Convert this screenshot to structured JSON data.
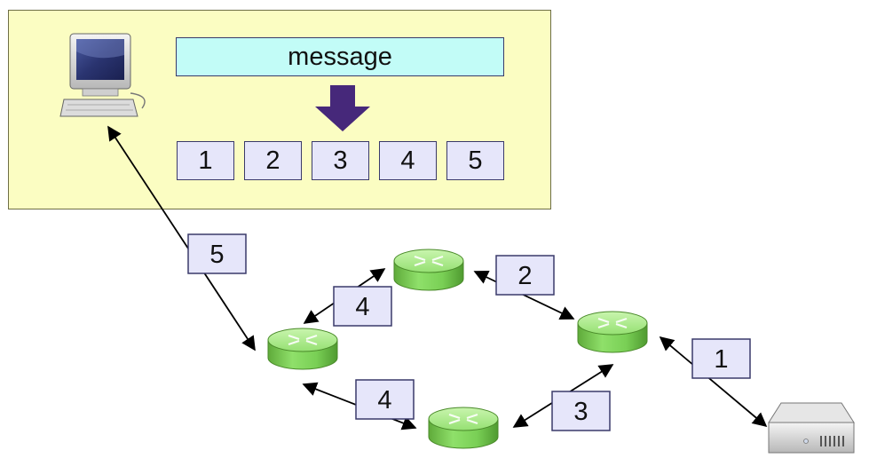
{
  "message_label": "message",
  "packets": [
    "1",
    "2",
    "3",
    "4",
    "5"
  ],
  "link_labels": {
    "server_to_router": "1",
    "router_right_to_top": "2",
    "router_right_to_bottom": "3",
    "router_top_to_left": "4",
    "router_bottom_to_left": "4",
    "router_left_to_computer": "5"
  },
  "colors": {
    "panel": "#fbfdc2",
    "message_bar": "#c2fcf7",
    "packet_box": "#e6e6fa",
    "arrow": "#46287a",
    "router": "#7fd45a"
  },
  "icons": [
    "desktop-computer-icon",
    "router-icon",
    "server-icon",
    "down-arrow-icon"
  ]
}
